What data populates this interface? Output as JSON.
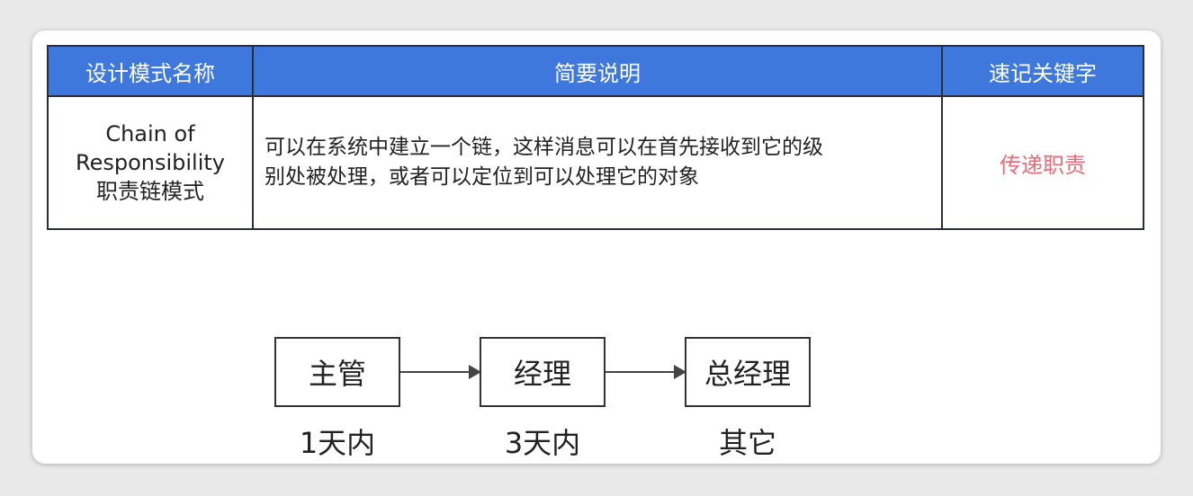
{
  "table": {
    "headers": [
      "设计模式名称",
      "简要说明",
      "速记关键字"
    ],
    "row": {
      "name_lines": [
        "Chain of",
        "Responsibility",
        "职责链模式"
      ],
      "description_lines": [
        "可以在系统中建立一个链，这样消息可以在首先接收到它的级",
        "别处被处理，或者可以定位到可以处理它的对象"
      ],
      "keyword": "传递职责",
      "keyword_color": "#ef6877"
    },
    "header_color": "#3f78dd"
  },
  "flow": {
    "nodes": [
      {
        "label": "主管",
        "caption": "1天内"
      },
      {
        "label": "经理",
        "caption": "3天内"
      },
      {
        "label": "总经理",
        "caption": "其它"
      }
    ]
  }
}
